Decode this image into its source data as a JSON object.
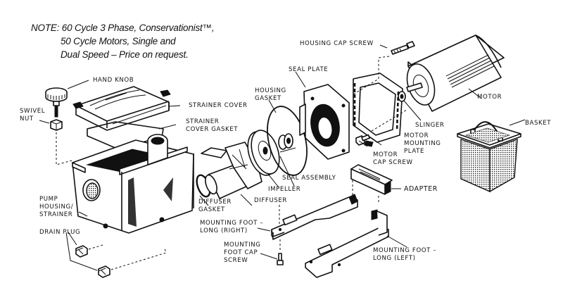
{
  "note": {
    "line1": "NOTE: 60 Cycle 3 Phase, Conservationist™,",
    "line2": "50 Cycle Motors, Single and",
    "line3": "Dual Speed – Price on request."
  },
  "labels": {
    "hand_knob": "HAND KNOB",
    "swivel_nut_1": "SWIVEL",
    "swivel_nut_2": "NUT",
    "strainer_cover": "STRAINER COVER",
    "strainer_cover_gasket_1": "STRAINER",
    "strainer_cover_gasket_2": "COVER GASKET",
    "housing_gasket_1": "HOUSING",
    "housing_gasket_2": "GASKET",
    "seal_plate": "SEAL PLATE",
    "housing_cap_screw": "HOUSING CAP SCREW",
    "motor": "MOTOR",
    "slinger": "SLINGER",
    "motor_mounting_plate_1": "MOTOR",
    "motor_mounting_plate_2": "MOUNTING",
    "motor_mounting_plate_3": "PLATE",
    "motor_cap_screw_1": "MOTOR",
    "motor_cap_screw_2": "CAP SCREW",
    "basket": "BASKET",
    "seal_assembly": "SEAL ASSEMBLY",
    "impeller": "IMPELLER",
    "diffuser": "DIFFUSER",
    "diffuser_gasket_1": "DIFFUSER",
    "diffuser_gasket_2": "GASKET",
    "adapter": "ADAPTER",
    "pump_housing_1": "PUMP",
    "pump_housing_2": "HOUSING/",
    "pump_housing_3": "STRAINER",
    "drain_plug": "DRAIN PLUG",
    "mounting_foot_right_1": "MOUNTING FOOT –",
    "mounting_foot_right_2": "LONG (RIGHT)",
    "mounting_foot_cap_screw_1": "MOUNTING",
    "mounting_foot_cap_screw_2": "FOOT CAP",
    "mounting_foot_cap_screw_3": "SCREW",
    "mounting_foot_left_1": "MOUNTING FOOT –",
    "mounting_foot_left_2": "LONG (LEFT)"
  }
}
